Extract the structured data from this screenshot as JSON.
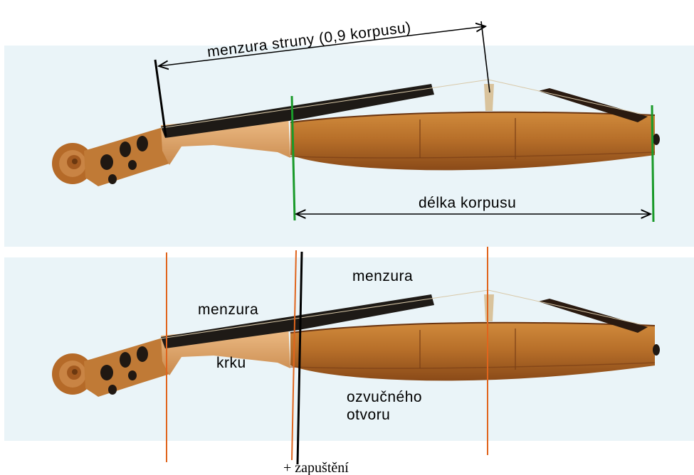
{
  "top_panel": {
    "string_scale_label": "menzura struny (0,9 korpusu)",
    "body_length_label": "délka korpusu"
  },
  "bottom_panel": {
    "scale_label": "menzura",
    "neck_scale_label_line1": "menzura",
    "neck_scale_label_line2": "krku",
    "soundhole_label_line1": "ozvučného",
    "soundhole_label_line2": "otvoru",
    "inset_label": "+ zapuštění"
  },
  "colors": {
    "panel_bg": "#eaf4f8",
    "green_marker": "#1a9a2a",
    "orange_marker": "#e0641c",
    "black_marker": "#000000",
    "violin_body": "#b8702a",
    "violin_body_dark": "#8a4a18",
    "neck_wood": "#e2a86a",
    "fingerboard": "#1e1a16"
  }
}
